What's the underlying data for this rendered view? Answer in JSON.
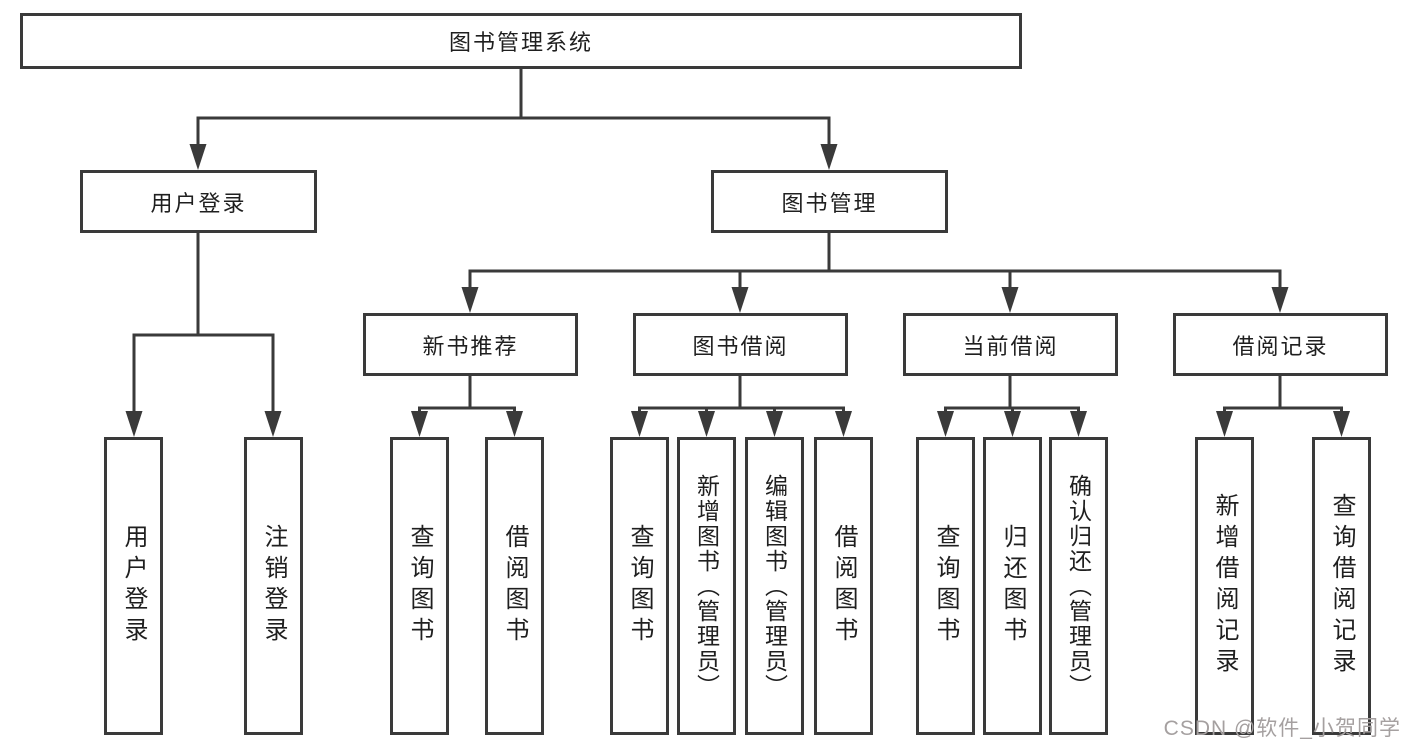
{
  "colors": {
    "line": "#3a3a3a",
    "border": "#3a3a3a",
    "text": "#1f1f1f",
    "watermark": "#a5a0a0",
    "background": "#ffffff"
  },
  "watermark": {
    "text": "CSDN @软件_小贺同学"
  },
  "tree": {
    "root": {
      "label": "图书管理系统"
    },
    "branches": [
      {
        "label": "用户登录",
        "children": [
          {
            "label": "用户登录"
          },
          {
            "label": "注销登录"
          }
        ]
      },
      {
        "label": "图书管理",
        "children": [
          {
            "label": "新书推荐",
            "children": [
              {
                "label": "查询图书"
              },
              {
                "label": "借阅图书"
              }
            ]
          },
          {
            "label": "图书借阅",
            "children": [
              {
                "label": "查询图书"
              },
              {
                "label": "新增图书（管理员）"
              },
              {
                "label": "编辑图书（管理员）"
              },
              {
                "label": "借阅图书"
              }
            ]
          },
          {
            "label": "当前借阅",
            "children": [
              {
                "label": "查询图书"
              },
              {
                "label": "归还图书"
              },
              {
                "label": "确认归还（管理员）"
              }
            ]
          },
          {
            "label": "借阅记录",
            "children": [
              {
                "label": "新增借阅记录"
              },
              {
                "label": "查询借阅记录"
              }
            ]
          }
        ]
      }
    ]
  }
}
